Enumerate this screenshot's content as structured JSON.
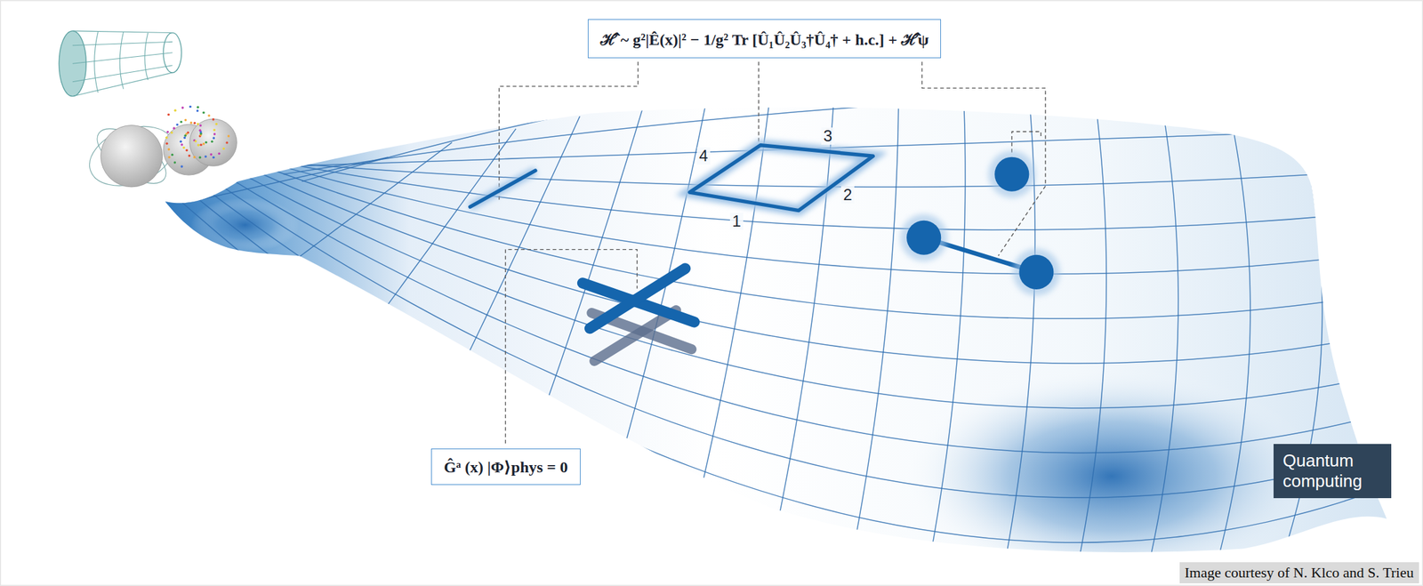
{
  "diagram": {
    "nodes": [
      {
        "text": [
          "ℋ̂ ~ g²|Ê(x)|² − 1/g² Tr [Û₁Û₂Û₃†Û₄† + h.c.] + ℋ̂ψ"
        ]
      },
      {
        "text": [
          "Ĝᵃ (x) |Φ⟩phys = 0"
        ]
      },
      {
        "text": [
          "Quantum computing"
        ]
      }
    ],
    "labels": [
      "3",
      "4",
      "1",
      "2",
      "Image courtesy of N. Klco and S. Trieu"
    ]
  }
}
